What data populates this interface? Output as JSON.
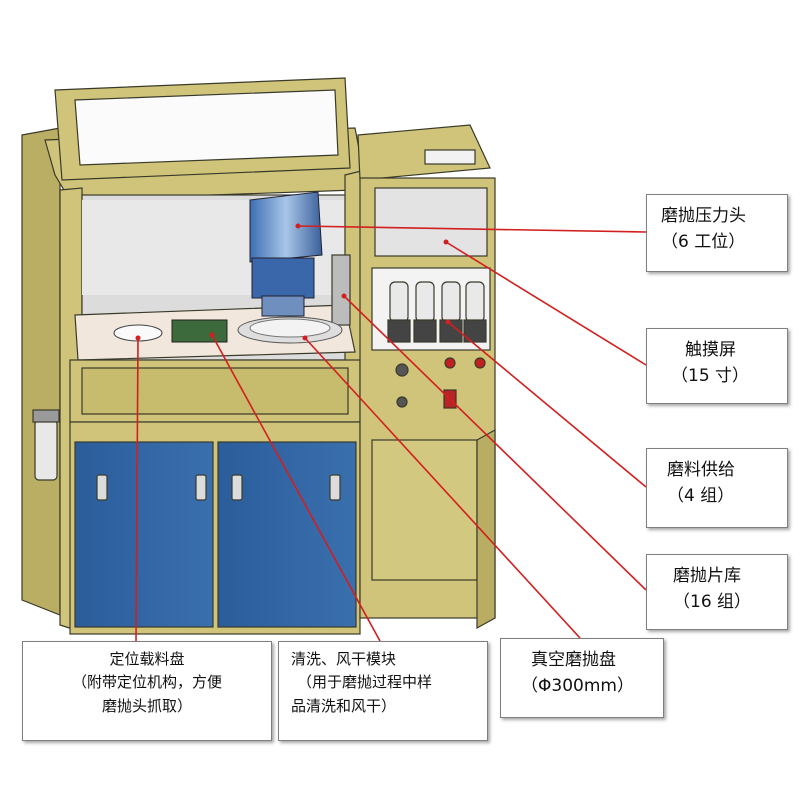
{
  "labels": {
    "polish_head": {
      "title": "磨抛压力头",
      "sub": "（6 工位）"
    },
    "touchscreen": {
      "title": "触摸屏",
      "sub": "（15 寸）"
    },
    "abrasive": {
      "title": "磨料供给",
      "sub": "（4 组）"
    },
    "disc_library": {
      "title": "磨抛片库",
      "sub": "（16 组）"
    },
    "vacuum_disc": {
      "title": "真空磨抛盘",
      "sub": "（Φ300mm）"
    },
    "positioning_tray": {
      "title": "定位载料盘",
      "sub1": "（附带定位机构，方便",
      "sub2": "磨抛头抓取）"
    },
    "clean_dry": {
      "title": "清洗、风干模块",
      "sub1": "（用于磨抛过程中样",
      "sub2": "品清洗和风干）"
    }
  },
  "colors": {
    "frame": "#cfc47a",
    "frame_dark": "#a89b4f",
    "door": "#2f62a0",
    "leader": "#d21f1f"
  }
}
